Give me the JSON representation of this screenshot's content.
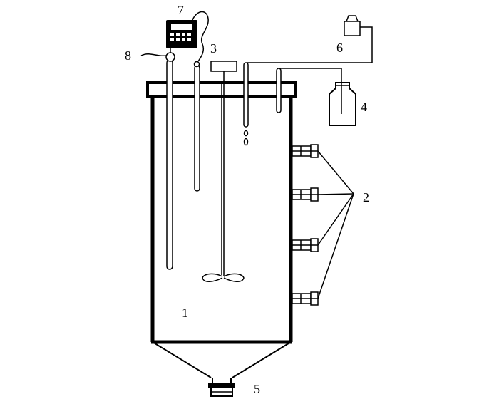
{
  "labels": {
    "vessel": "1",
    "sampling_ports": "2",
    "stirrer_motor": "3",
    "bottle": "4",
    "drain": "5",
    "pump": "6",
    "meter": "7",
    "probe": "8"
  },
  "colors": {
    "line": "#000000",
    "background": "#ffffff"
  }
}
